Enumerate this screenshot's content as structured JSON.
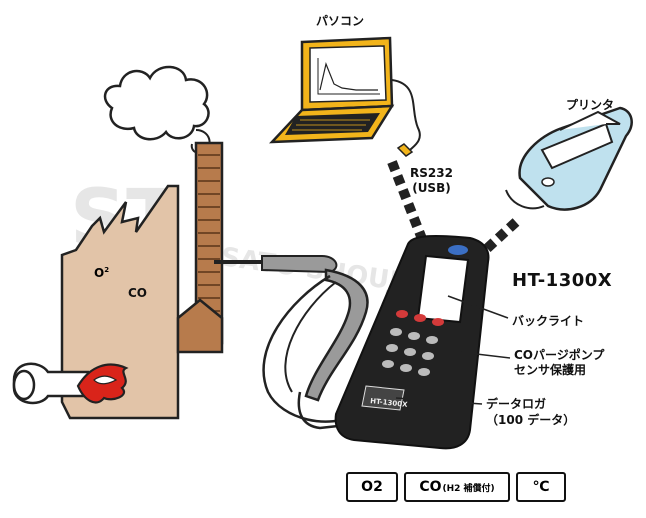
{
  "labels": {
    "pc": "パソコン",
    "printer": "プリンタ",
    "rs232_line1": "RS232",
    "rs232_line2": "(USB)",
    "model": "HT-1300X",
    "backlight": "バックライト",
    "pump_line1": "COパージポンプ",
    "pump_line2": "センサ保護用",
    "logger_line1": "データロガ",
    "logger_line2": "（100 データ）"
  },
  "chimney": {
    "o2_label": "O",
    "o2_sup": "2",
    "co_label": "CO"
  },
  "meter": {
    "brand": "HT-1300X"
  },
  "watermark": "SATO SHOUJI INC.",
  "chips": {
    "o2": "O2",
    "co": "CO",
    "co_sub": "(H2 補償付)",
    "temp": "℃"
  },
  "colors": {
    "laptop": "#f2b41b",
    "printer": "#bfe1ee",
    "chimney_wall": "#e2c4a8",
    "brick": "#b77b4c",
    "flame": "#d9241a",
    "meter_body": "#222222",
    "key_red": "#d43a3a"
  },
  "icons": [
    "laptop-icon",
    "printer-icon",
    "smoke-cloud-icon",
    "flame-icon",
    "meter-icon",
    "probe-icon"
  ]
}
